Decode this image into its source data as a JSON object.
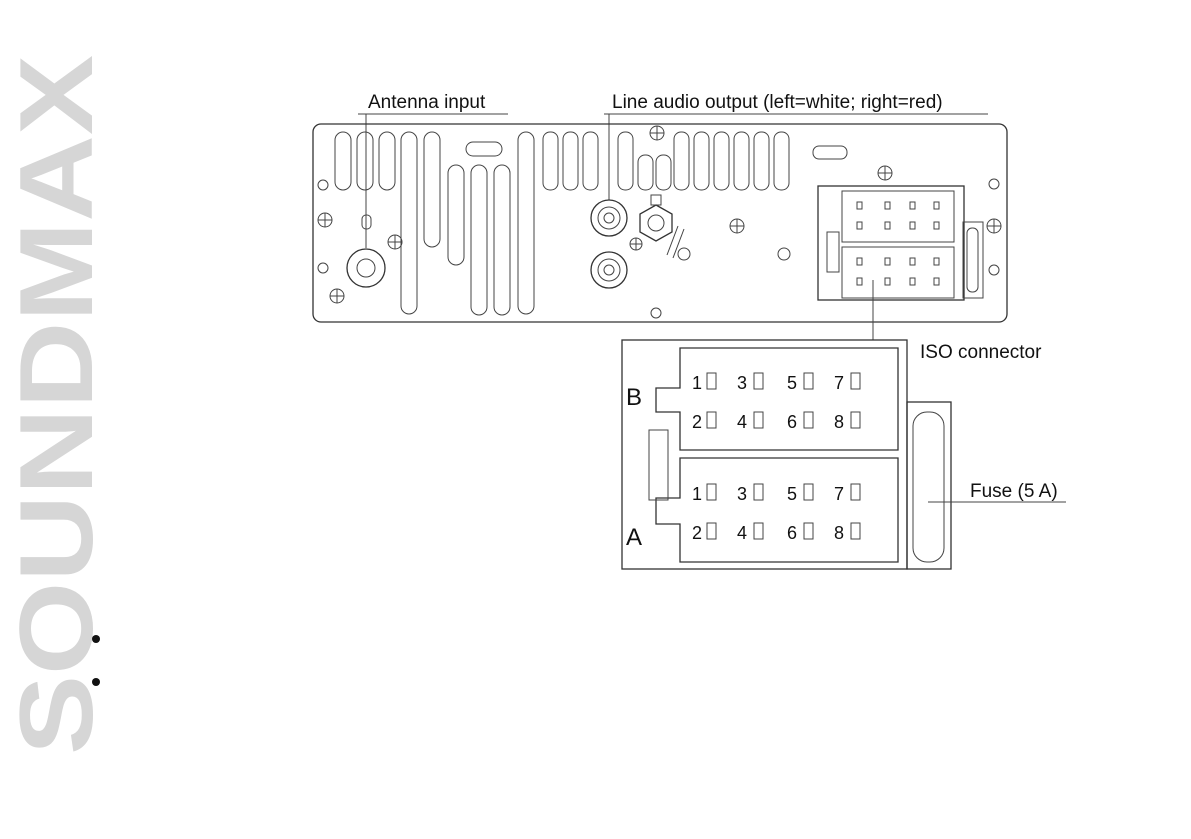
{
  "brand": {
    "watermark_text": "SOUNDMAX",
    "color": "#d6d6d6"
  },
  "labels": {
    "antenna": "Antenna input",
    "line_out": "Line audio output (left=white; right=red)",
    "iso": "ISO connector",
    "fuse": "Fuse (5 A)"
  },
  "connector": {
    "block_b": {
      "letter": "B",
      "row1": [
        "1",
        "3",
        "5",
        "7"
      ],
      "row2": [
        "2",
        "4",
        "6",
        "8"
      ]
    },
    "block_a": {
      "letter": "A",
      "row1": [
        "1",
        "3",
        "5",
        "7"
      ],
      "row2": [
        "2",
        "4",
        "6",
        "8"
      ]
    }
  },
  "bullets": 2
}
